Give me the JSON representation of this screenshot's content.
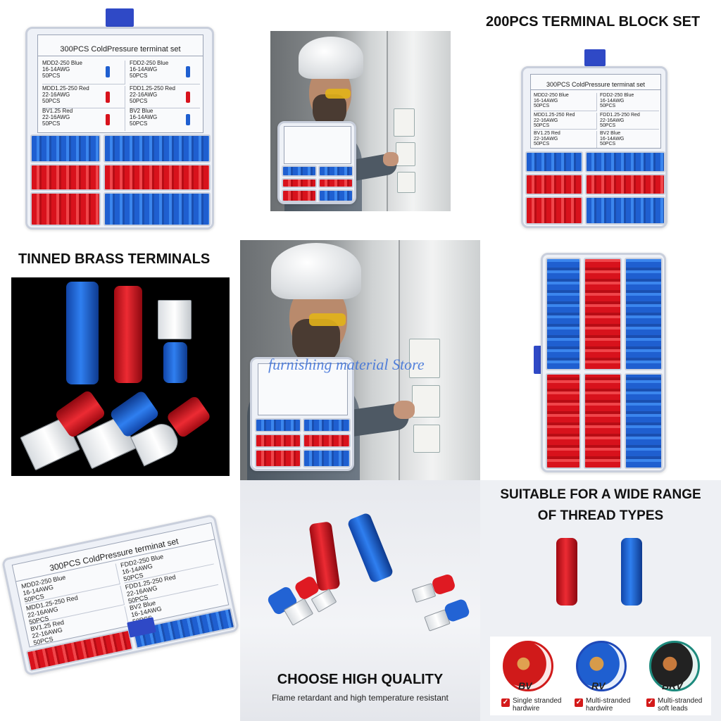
{
  "box_label": {
    "title": "300PCS ColdPressure terminat set",
    "cells": [
      "MDD2-250 Blue\n16-14AWG\n50PCS",
      "FDD2-250 Blue\n16-14AWG\n50PCS",
      "MDD1.25-250 Red\n22-16AWG\n50PCS",
      "FDD1.25-250 Red\n22-16AWG\n50PCS",
      "BV1.25 Red\n22-16AWG\n50PCS",
      "BV2 Blue\n16-14AWG\n50PCS"
    ]
  },
  "captions": {
    "terminal_block": "200PCS TERMINAL BLOCK SET",
    "tinned_brass": "TINNED BRASS TERMINALS",
    "suitable_line1": "SUITABLE FOR A WIDE RANGE",
    "suitable_line2": "OF THREAD TYPES",
    "choose_quality": "CHOOSE HIGH QUALITY",
    "flame_retardant": "Flame retardant and high temperature resistant"
  },
  "watermark": "furnishing material Store",
  "wire_types": [
    {
      "code": "BV",
      "desc": "Single stranded\nhardwire",
      "color": "#d01a1a"
    },
    {
      "code": "RV",
      "desc": "Multi-stranded\nhardwire",
      "color": "#1f49b8"
    },
    {
      "code": "BRV",
      "desc": "Multi-stranded\nsoft leads",
      "color": "#1d8a7d"
    }
  ],
  "colors": {
    "blue": "#1f5fd0",
    "red": "#d8121c",
    "latch": "#2f49c6"
  }
}
